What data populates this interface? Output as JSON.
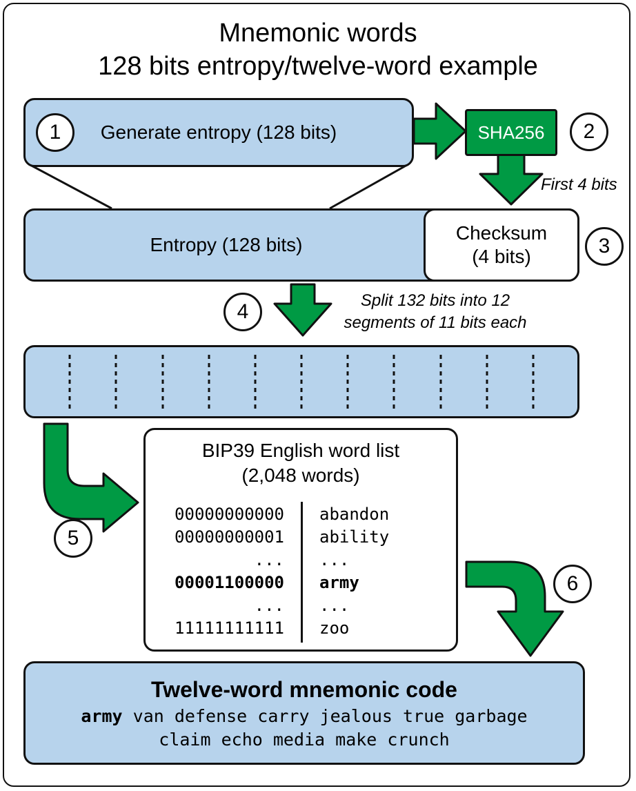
{
  "title": {
    "line1": "Mnemonic words",
    "line2": "128 bits entropy/twelve-word example"
  },
  "steps": {
    "s1": "1",
    "s2": "2",
    "s3": "3",
    "s4": "4",
    "s5": "5",
    "s6": "6"
  },
  "generate_box": {
    "label": "Generate entropy (128 bits)"
  },
  "sha_box": {
    "label": "SHA256"
  },
  "first_bits_label": "First 4 bits",
  "entropy_box": {
    "label": "Entropy (128 bits)"
  },
  "checksum_box": {
    "line1": "Checksum",
    "line2": "(4 bits)"
  },
  "split_label": {
    "line1": "Split 132 bits into 12",
    "line2": "segments of 11 bits each"
  },
  "segments": {
    "count": 12
  },
  "wordlist": {
    "title_line1": "BIP39 English word list",
    "title_line2": "(2,048 words)",
    "rows": [
      {
        "bits": "00000000000",
        "word": "abandon",
        "bold": false
      },
      {
        "bits": "00000000001",
        "word": "ability",
        "bold": false
      },
      {
        "bits": "...",
        "word": "...",
        "bold": false
      },
      {
        "bits": "00001100000",
        "word": "army",
        "bold": true
      },
      {
        "bits": "...",
        "word": "...",
        "bold": false
      },
      {
        "bits": "11111111111",
        "word": "zoo",
        "bold": false
      }
    ]
  },
  "mnemonic": {
    "title": "Twelve-word mnemonic code",
    "first_word": "army",
    "line1_rest": " van defense carry jealous true garbage",
    "line2": "claim echo media make crunch"
  },
  "colors": {
    "box_blue": "#b7d3ec",
    "arrow_green": "#009a44",
    "outline": "#111111"
  }
}
